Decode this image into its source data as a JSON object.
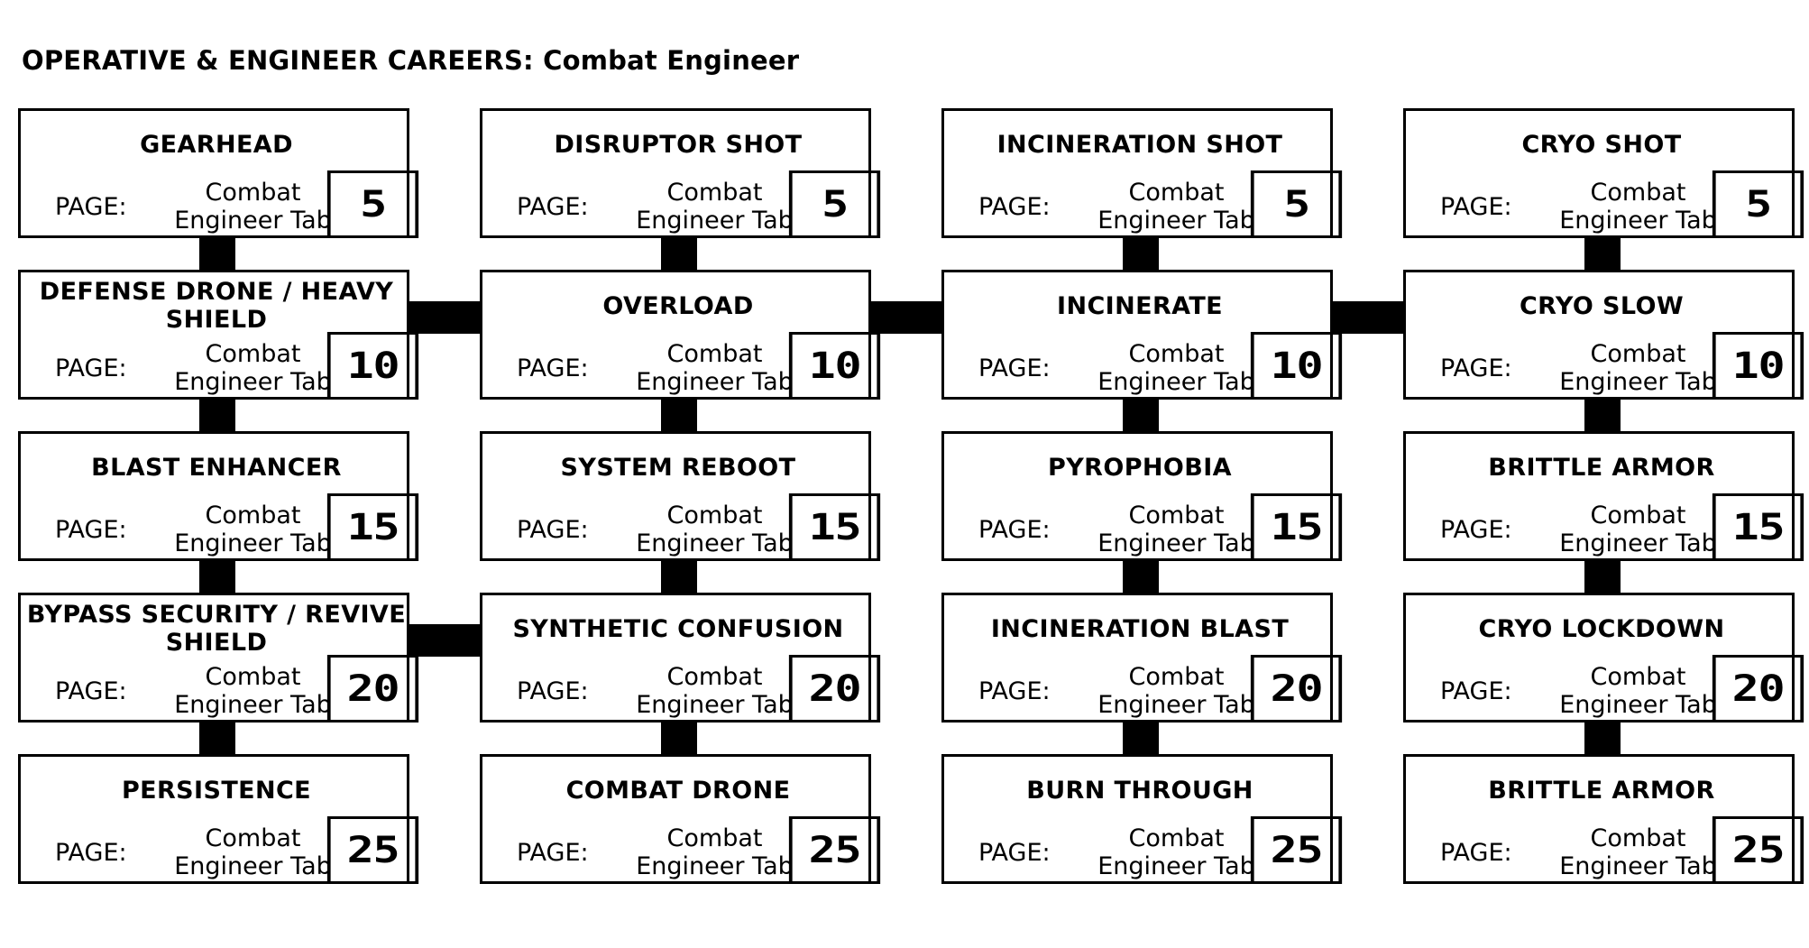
{
  "title": "OPERATIVE & ENGINEER CAREERS: Combat Engineer",
  "page_label": "PAGE:",
  "page_text": "Combat Engineer Tab",
  "columns": [
    {
      "boxes": [
        {
          "name": "GEARHEAD",
          "cost": "5"
        },
        {
          "name": "DEFENSE DRONE / HEAVY SHIELD",
          "cost": "10"
        },
        {
          "name": "BLAST ENHANCER",
          "cost": "15"
        },
        {
          "name": "BYPASS SECURITY / REVIVE SHIELD",
          "cost": "20"
        },
        {
          "name": "PERSISTENCE",
          "cost": "25"
        }
      ]
    },
    {
      "boxes": [
        {
          "name": "DISRUPTOR SHOT",
          "cost": "5"
        },
        {
          "name": "OVERLOAD",
          "cost": "10"
        },
        {
          "name": "SYSTEM REBOOT",
          "cost": "15"
        },
        {
          "name": "SYNTHETIC CONFUSION",
          "cost": "20"
        },
        {
          "name": "COMBAT DRONE",
          "cost": "25"
        }
      ]
    },
    {
      "boxes": [
        {
          "name": "INCINERATION SHOT",
          "cost": "5"
        },
        {
          "name": "INCINERATE",
          "cost": "10"
        },
        {
          "name": "PYROPHOBIA",
          "cost": "15"
        },
        {
          "name": "INCINERATION BLAST",
          "cost": "20"
        },
        {
          "name": "BURN THROUGH",
          "cost": "25"
        }
      ]
    },
    {
      "boxes": [
        {
          "name": "CRYO SHOT",
          "cost": "5"
        },
        {
          "name": "CRYO SLOW",
          "cost": "10"
        },
        {
          "name": "BRITTLE ARMOR",
          "cost": "15"
        },
        {
          "name": "CRYO LOCKDOWN",
          "cost": "20"
        },
        {
          "name": "BRITTLE ARMOR",
          "cost": "25"
        }
      ]
    }
  ]
}
